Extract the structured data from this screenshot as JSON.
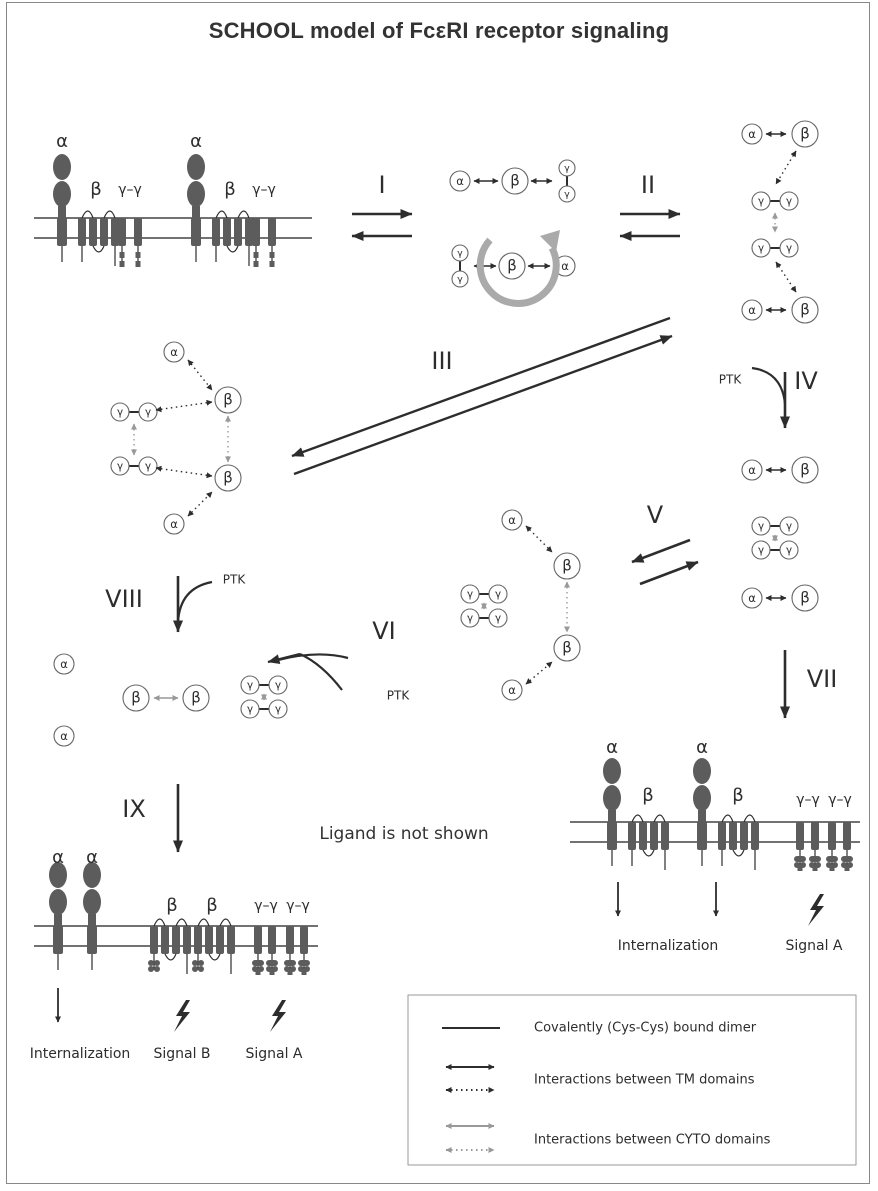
{
  "title": "SCHOOL model of FcεRI receptor signaling",
  "steps": [
    "I",
    "II",
    "III",
    "IV",
    "V",
    "VI",
    "VII",
    "VIII",
    "IX"
  ],
  "kinase": "PTK",
  "subunits": {
    "alpha": "α",
    "beta": "β",
    "gamma": "γ",
    "gamma_pair": "γ–γ"
  },
  "note": "Ligand is not shown",
  "outcomes": {
    "internalization": "Internalization",
    "signal_a": "Signal A",
    "signal_b": "Signal B"
  },
  "legend": [
    {
      "style": "solid-line",
      "label": "Covalently (Cys-Cys) bound dimer"
    },
    {
      "style": "dark-arrows",
      "label": "Interactions between TM domains"
    },
    {
      "style": "gray-arrows",
      "label": "Interactions between CYTO domains"
    }
  ],
  "colors": {
    "receptor": "#5c5c5c",
    "ink": "#2d2d2d",
    "gray_arrow": "#999999",
    "membrane": "#444444"
  }
}
